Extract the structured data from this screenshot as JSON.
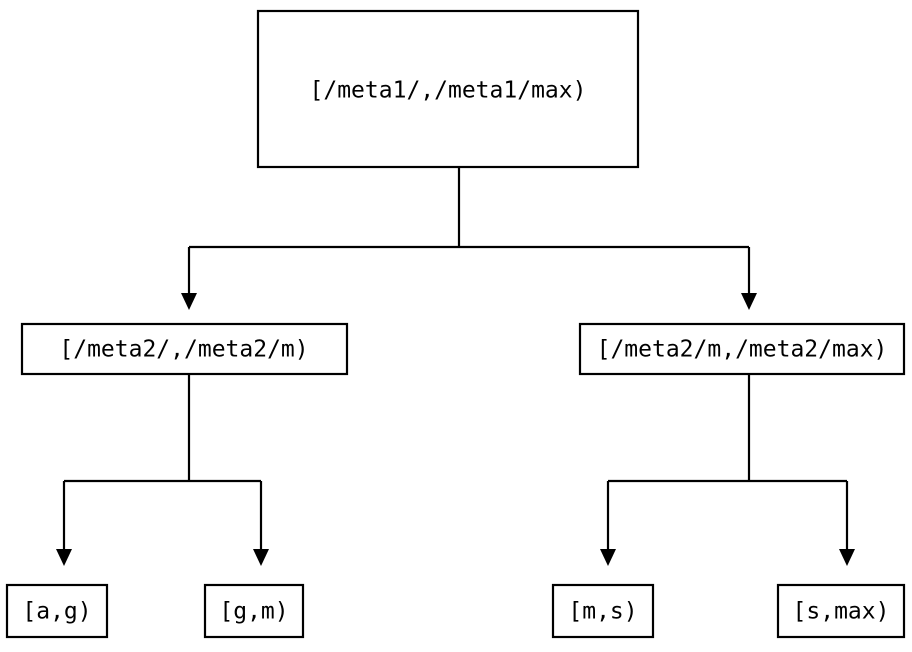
{
  "diagram": {
    "type": "tree",
    "title": "",
    "orientation": "top-down",
    "stroke_color": "#000000",
    "fill_color": "#ffffff",
    "background_color": "#ffffff",
    "nodes": {
      "root": {
        "label": "[/meta1/,/meta1/max)",
        "level": 0
      },
      "mid_left": {
        "label": "[/meta2/,/meta2/m)",
        "level": 1
      },
      "mid_right": {
        "label": "[/meta2/m,/meta2/max)",
        "level": 1
      },
      "leaf_1": {
        "label": "[a,g)",
        "level": 2
      },
      "leaf_2": {
        "label": "[g,m)",
        "level": 2
      },
      "leaf_3": {
        "label": "[m,s)",
        "level": 2
      },
      "leaf_4": {
        "label": "[s,max)",
        "level": 2
      }
    },
    "edges": [
      {
        "from": "root",
        "to": "mid_left",
        "arrow": "triangle-down"
      },
      {
        "from": "root",
        "to": "mid_right",
        "arrow": "triangle-down"
      },
      {
        "from": "mid_left",
        "to": "leaf_1",
        "arrow": "triangle-down"
      },
      {
        "from": "mid_left",
        "to": "leaf_2",
        "arrow": "triangle-down"
      },
      {
        "from": "mid_right",
        "to": "leaf_3",
        "arrow": "triangle-down"
      },
      {
        "from": "mid_right",
        "to": "leaf_4",
        "arrow": "triangle-down"
      }
    ]
  }
}
